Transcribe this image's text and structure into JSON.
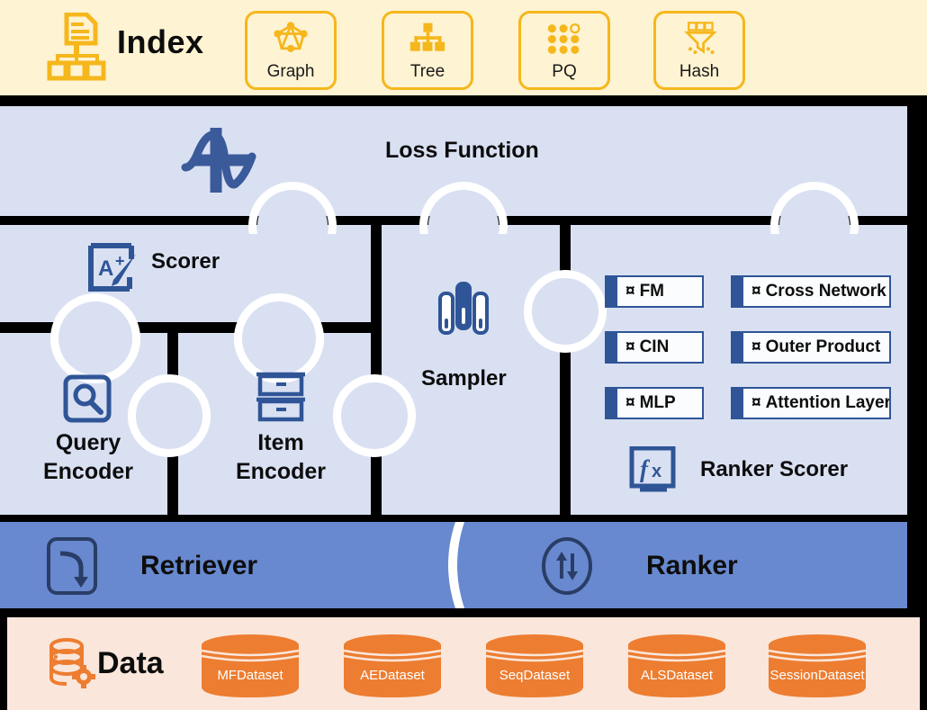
{
  "colors": {
    "index_band": "#fef3d2",
    "index_accent": "#f5b71c",
    "panel_blue": "#d9e0f2",
    "icon_blue": "#2f5597",
    "band_blue": "#6889cf",
    "data_band": "#fae6da",
    "data_accent": "#ed7d31",
    "gap_black": "#000000"
  },
  "index": {
    "title": "Index",
    "logo_icon": "index-document-tree-icon",
    "cards": [
      {
        "label": "Graph",
        "icon": "graph-nodes-icon"
      },
      {
        "label": "Tree",
        "icon": "tree-hierarchy-icon"
      },
      {
        "label": "PQ",
        "icon": "dot-grid-icon"
      },
      {
        "label": "Hash",
        "icon": "funnel-hash-icon"
      }
    ]
  },
  "loss": {
    "title": "Loss Function",
    "icon": "math-function-wave-icon"
  },
  "grid": {
    "scorer": {
      "title": "Scorer",
      "icon": "graded-paper-icon"
    },
    "sampler": {
      "title": "Sampler",
      "icon": "vials-bars-icon"
    },
    "query": {
      "title": "Query\nEncoder",
      "line1": "Query",
      "line2": "Encoder",
      "icon": "magnifier-box-icon"
    },
    "item": {
      "title": "Item\nEncoder",
      "line1": "Item",
      "line2": "Encoder",
      "icon": "stacked-boxes-icon"
    },
    "ranker_panel": {
      "scorer_title": "Ranker Scorer",
      "scorer_icon": "fx-formula-icon",
      "bullet": "¤",
      "options_left": [
        {
          "label": "FM"
        },
        {
          "label": "CIN"
        },
        {
          "label": "MLP"
        }
      ],
      "options_right": [
        {
          "label": "Cross Network"
        },
        {
          "label": "Outer Product"
        },
        {
          "label": "Attention Layer"
        }
      ]
    }
  },
  "pipeline": {
    "retriever": {
      "title": "Retriever",
      "icon": "arrow-return-box-icon"
    },
    "ranker": {
      "title": "Ranker",
      "icon": "up-down-arrows-circle-icon"
    }
  },
  "data": {
    "title": "Data",
    "logo_icon": "database-gear-icon",
    "datasets": [
      {
        "label": "MFDataset"
      },
      {
        "label": "AEDataset"
      },
      {
        "label": "SeqDataset"
      },
      {
        "label": "ALSDataset"
      },
      {
        "label": "SessionDataset"
      }
    ]
  }
}
